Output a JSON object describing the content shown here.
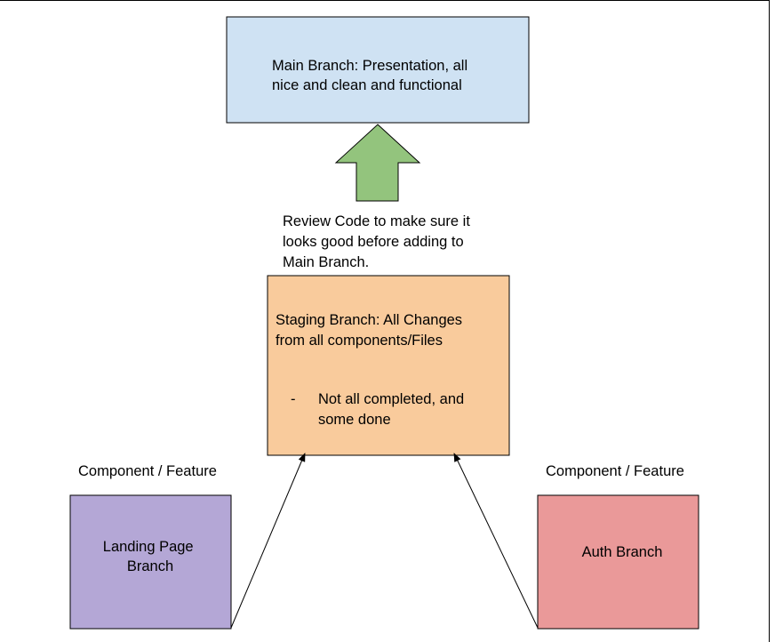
{
  "main_branch": {
    "lines": [
      "Main Branch: Presentation, all",
      "nice and clean and functional"
    ],
    "fill": "#cfe2f3"
  },
  "promote_arrow": {
    "fill": "#93c47d"
  },
  "review_note": {
    "lines": [
      "Review Code to make sure it",
      "looks good before adding to",
      "Main Branch."
    ]
  },
  "staging_branch": {
    "lines": [
      "Staging Branch: All Changes",
      "from all components/Files"
    ],
    "bullet": "-",
    "bullet_lines": [
      "Not all completed, and",
      "some done"
    ],
    "fill": "#f9cb9c"
  },
  "left_label": "Component / Feature",
  "right_label": "Component / Feature",
  "landing_page_branch": {
    "lines": [
      "Landing Page",
      "Branch"
    ],
    "fill": "#b4a7d6"
  },
  "auth_branch": {
    "lines": [
      "Auth Branch"
    ],
    "fill": "#ea9999"
  }
}
